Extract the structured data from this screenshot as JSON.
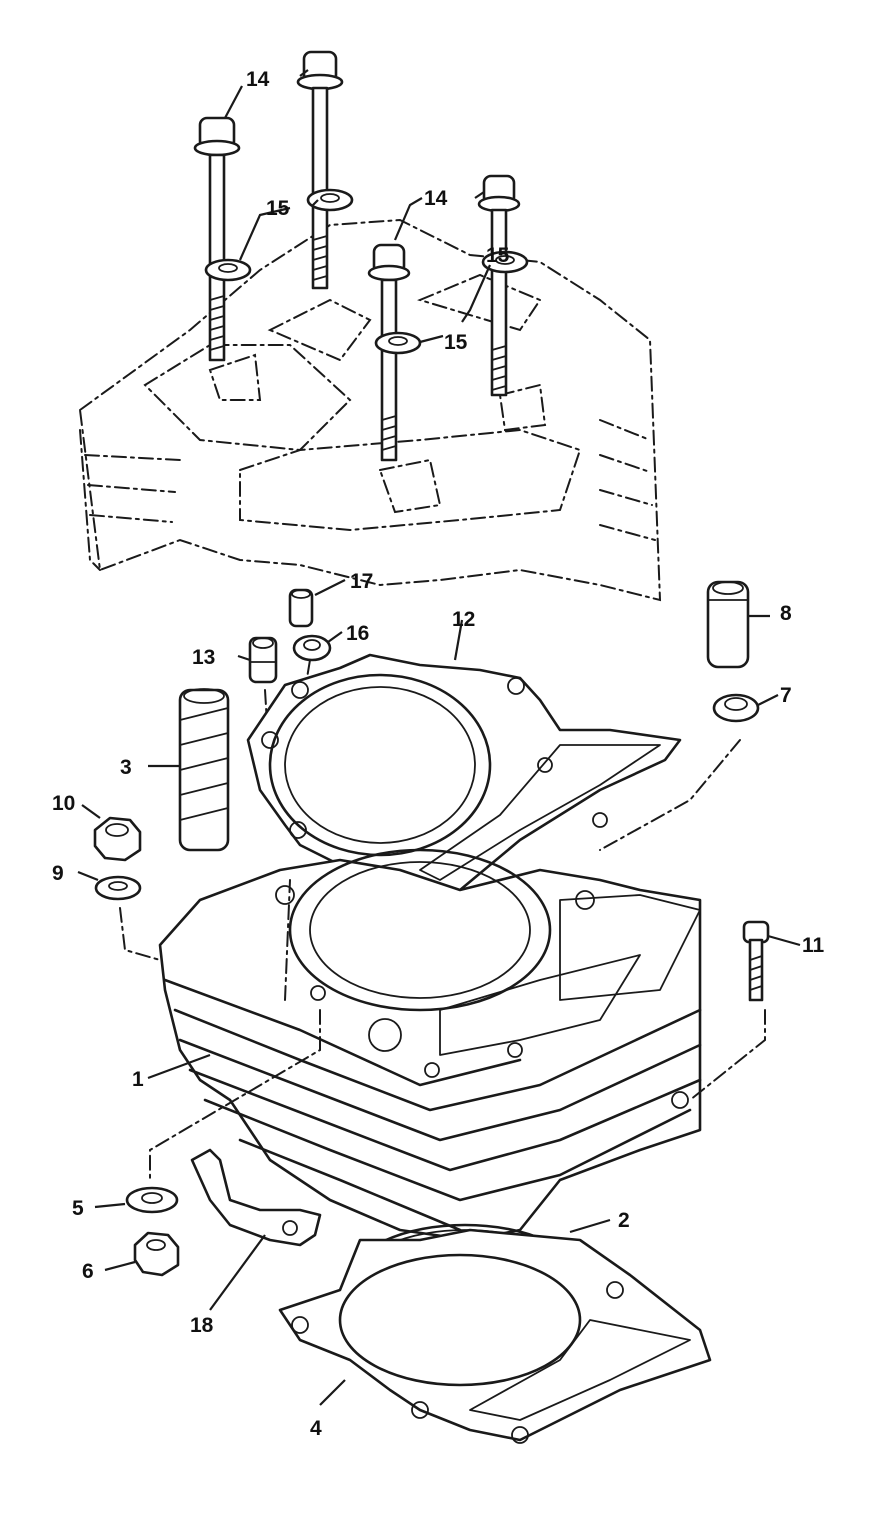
{
  "callouts": {
    "c1": "1",
    "c2": "2",
    "c3": "3",
    "c4": "4",
    "c5": "5",
    "c6": "6",
    "c7": "7",
    "c8": "8",
    "c9": "9",
    "c10": "10",
    "c11": "11",
    "c12": "12",
    "c13": "13",
    "c14a": "14",
    "c14b": "14",
    "c15a": "15",
    "c15b": "15",
    "c15c": "15",
    "c16": "16",
    "c17": "17",
    "c18": "18"
  }
}
